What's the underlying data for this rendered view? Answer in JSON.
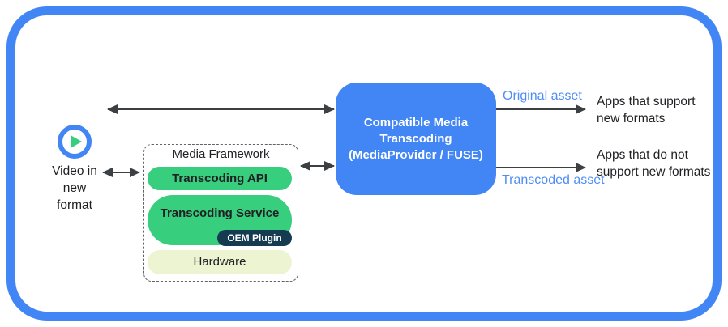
{
  "colors": {
    "blue": "#4285F4",
    "green": "#37CE7E",
    "oem_dark_navy": "#143B50",
    "hardware_pale_yellow": "#EDF4D2",
    "asset_label_blue": "#4E8DF6",
    "arrow_gray": "#3C4043"
  },
  "icons": {
    "play_icon": "▶"
  },
  "source": {
    "label": "Video in\nnew\nformat"
  },
  "media_framework": {
    "title": "Media Framework",
    "layers": {
      "api": {
        "label": "Transcoding API"
      },
      "service": {
        "label": "Transcoding Service",
        "plugin_label": "OEM Plugin"
      },
      "hardware": {
        "label": "Hardware"
      }
    }
  },
  "transcoder": {
    "label": "Compatible Media\nTranscoding\n(MediaProvider / FUSE)"
  },
  "outputs": {
    "original": {
      "asset_label": "Original asset",
      "target": "Apps that support\nnew formats"
    },
    "transcoded": {
      "asset_label": "Transcoded asset",
      "target": "Apps that do not\nsupport new formats"
    }
  }
}
